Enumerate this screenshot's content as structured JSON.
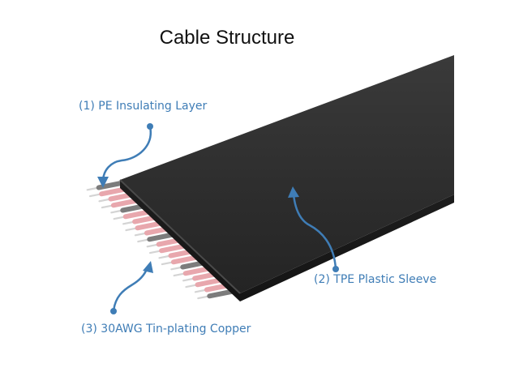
{
  "title": "Cable Structure",
  "callouts": [
    {
      "id": "pe",
      "label": "(1) PE Insulating Layer"
    },
    {
      "id": "tpe",
      "label": "(2) TPE Plastic Sleeve"
    },
    {
      "id": "copper",
      "label": "(3) 30AWG Tin-plating Copper"
    }
  ],
  "colors": {
    "accent": "#3f7db6",
    "sleeve": "#2a2a2a",
    "insulation_pink": "#e8a7ad",
    "insulation_gray": "#7c7c7c",
    "copper": "#d9d9d9"
  },
  "icons": {
    "arrow": "curved-arrow-icon"
  }
}
